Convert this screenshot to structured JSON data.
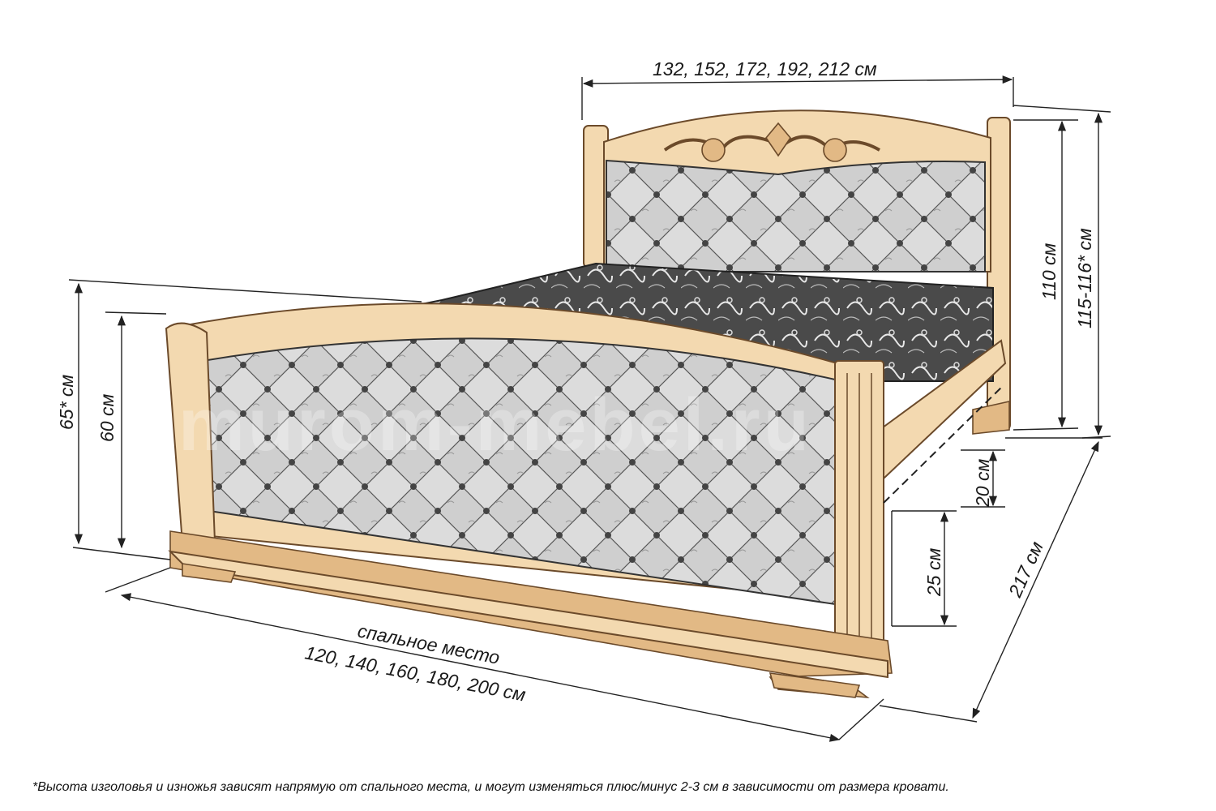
{
  "dimensions": {
    "head_width": "132, 152, 172, 192, 212 см",
    "head_height": "110 см",
    "total_head_height": "115-116* см",
    "foot_height_total": "65* см",
    "foot_height": "60 см",
    "length": "217 см",
    "side_rail": "20 см",
    "clearance": "25 см",
    "sleeping_place_label": "спальное место",
    "sleeping_place_widths": "120, 140, 160, 180, 200 см"
  },
  "watermark": "murom-mebel.ru",
  "footnote": "*Высота изголовья и изножья зависят напрямую от спального места, и могут изменяться плюс/минус 2-3 см в зависимости от размера кровати.",
  "colors": {
    "wood": "#f3d9b0",
    "wood_outline": "#6b4a2a",
    "fabric": "#d9d9d9",
    "mattress": "#3a3a3a"
  }
}
